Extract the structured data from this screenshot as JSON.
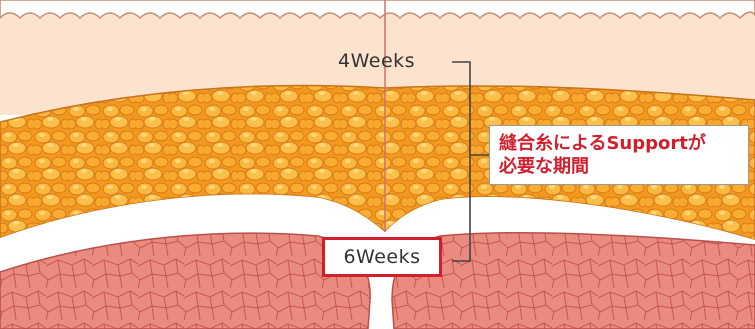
{
  "labels": {
    "start": "4Weeks",
    "end": "6Weeks"
  },
  "callout": {
    "line1": "縫合糸によるSupportが",
    "line2": "必要な期間"
  },
  "colors": {
    "accent": "#d21f2d",
    "skin": "#fbe6d3",
    "fat": "#f6a12b",
    "muscle": "#e8847a",
    "text": "#333333"
  },
  "icons": [
    "skin-layer",
    "fat-layer",
    "muscle-tissue",
    "incision-line"
  ]
}
